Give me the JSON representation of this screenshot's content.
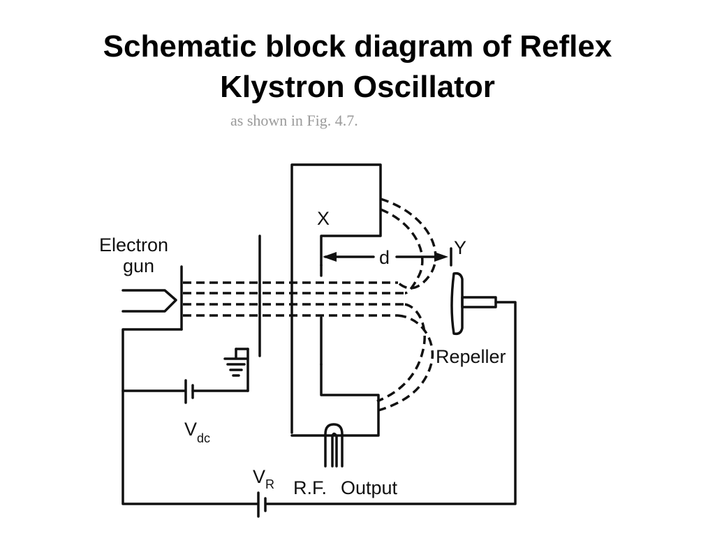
{
  "title": {
    "line1": "Schematic block diagram of Reflex",
    "line2": "Klystron Oscillator"
  },
  "labels": {
    "electron": "Electron",
    "gun": "gun",
    "x": "X",
    "d": "d",
    "y": "Y",
    "repeller": "Repeller",
    "vdc_v": "V",
    "vdc_sub": "dc",
    "vr_v": "V",
    "vr_sub": "R",
    "rf": "R.F.",
    "output": "Output"
  },
  "scan_text": "as shown in Fig. 4.7."
}
